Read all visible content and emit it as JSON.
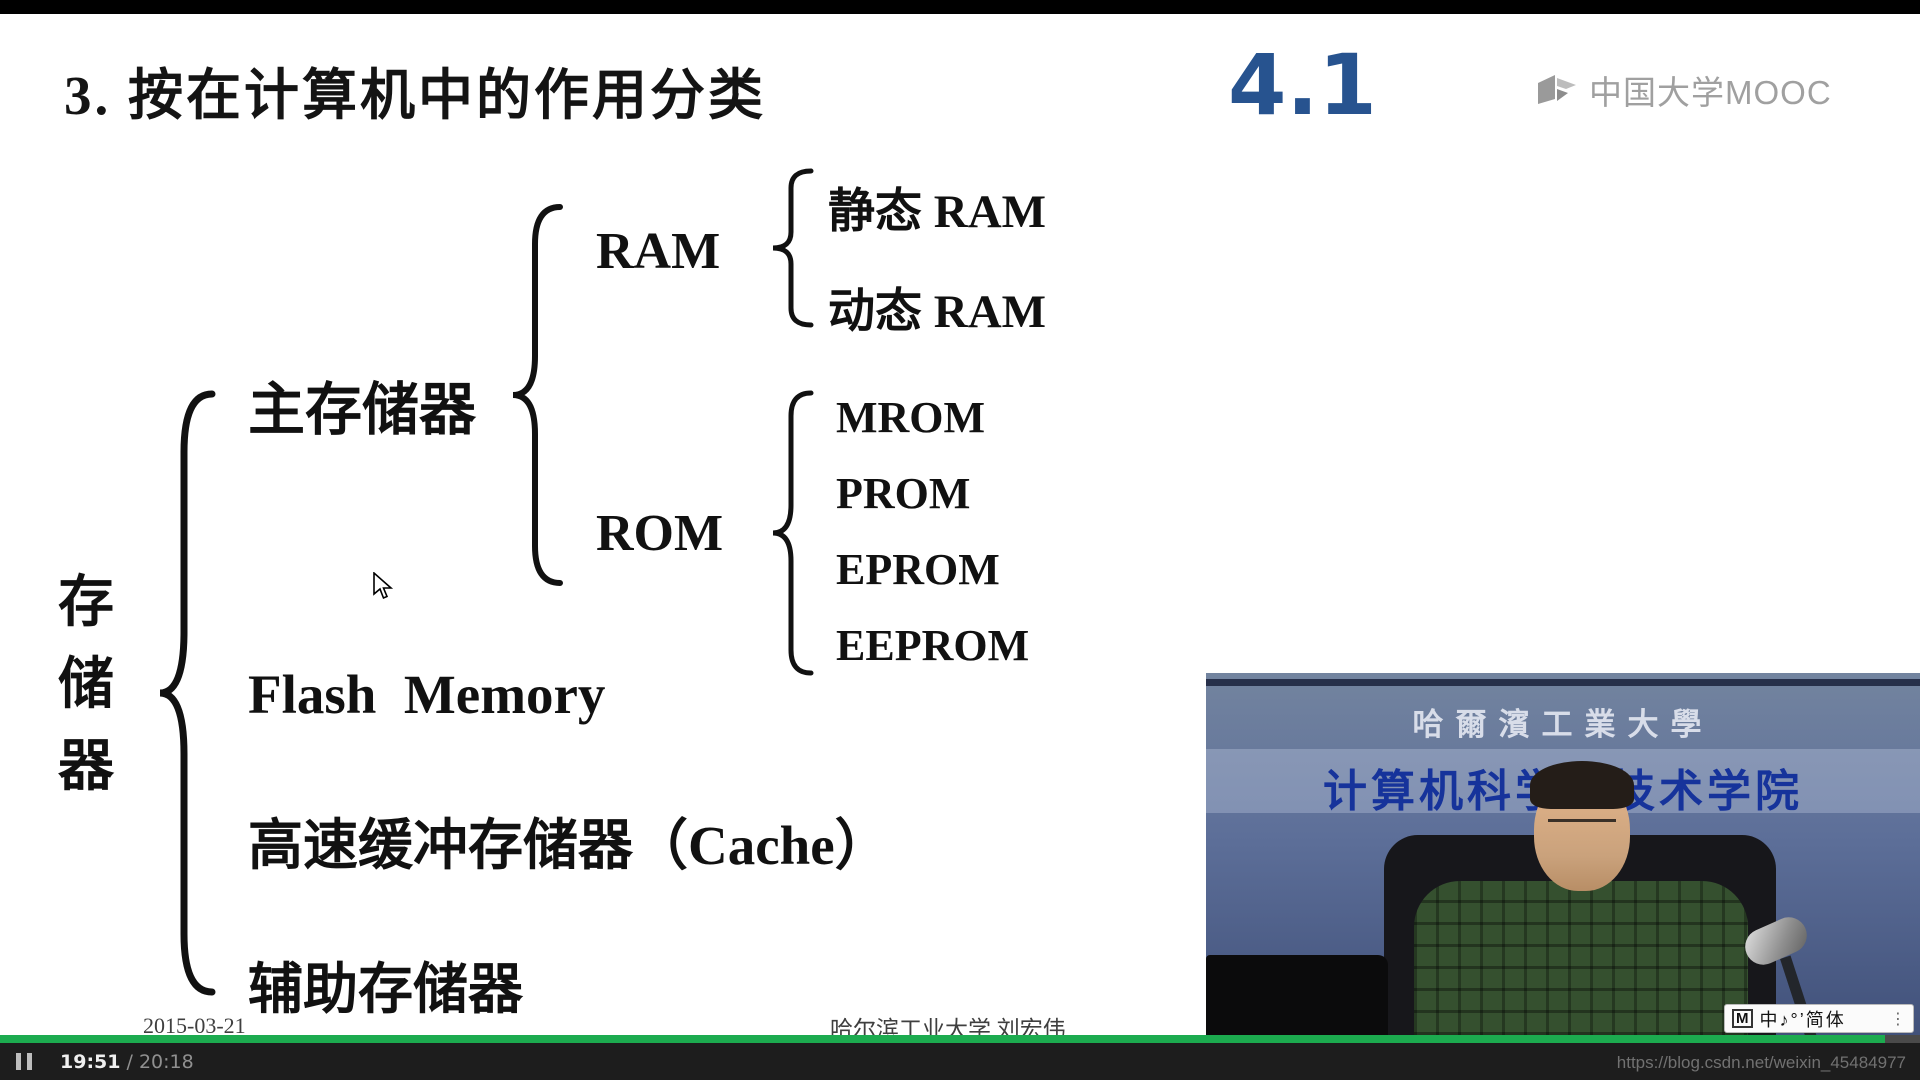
{
  "colors": {
    "progress_green": "#1cab4f",
    "section_blue": "#27538f",
    "banner_blue": "#16339b",
    "control_bar_bg": "#1d1d1d"
  },
  "slide": {
    "title": "3. 按在计算机中的作用分类",
    "section_number": "4.1",
    "mooc_logo_text": "中国大学MOOC",
    "footer_date": "2015-03-21",
    "footer_author": "哈尔滨工业大学 刘宏伟",
    "tree": {
      "root_chars": [
        "存",
        "储",
        "器"
      ],
      "main_memory": "主存储器",
      "ram_label": "RAM",
      "ram_children": [
        "静态 RAM",
        "动态 RAM"
      ],
      "rom_label": "ROM",
      "rom_children": [
        "MROM",
        "PROM",
        "EPROM",
        "EEPROM"
      ],
      "flash": "Flash  Memory",
      "cache": "高速缓冲存储器（Cache）",
      "auxiliary": "辅助存储器"
    }
  },
  "video_overlay": {
    "banner_line1": "哈爾濱工業大學",
    "banner_line2": "计算机科学与技术学院"
  },
  "ime": {
    "m": "M",
    "text": "中♪°’简体",
    "more": "⋮"
  },
  "player": {
    "current_time": "19:51",
    "separator": " / ",
    "duration": "20:18",
    "progress_percent": 98.2,
    "watermark": "https://blog.csdn.net/weixin_45484977"
  }
}
